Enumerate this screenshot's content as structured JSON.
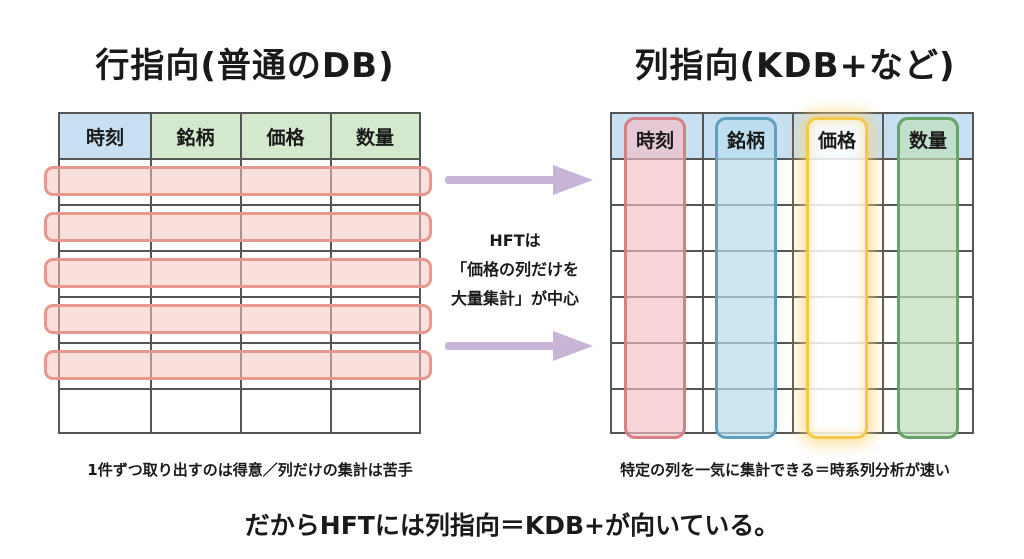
{
  "left": {
    "title": "行指向(普通のDB)",
    "headers": [
      "時刻",
      "銘柄",
      "価格",
      "数量"
    ],
    "caption": "1件ずつ取り出すのは得意／列だけの集計は苦手"
  },
  "right": {
    "title": "列指向(KDB+など)",
    "headers": [
      "時刻",
      "銘柄",
      "価格",
      "数量"
    ],
    "caption": "特定の列を一気に集計できる＝時系列分析が速い"
  },
  "middle": {
    "line1": "HFTは",
    "line2": "「価格の列だけを",
    "line3": "大量集計」が中心"
  },
  "conclusion": "だからHFTには列指向＝KDB+が向いている。",
  "colors": {
    "row_highlight": "#e6978e",
    "time_col": "#d67f86",
    "name_col": "#5f9fbd",
    "price_col": "#f3c84d",
    "qty_col": "#65a366",
    "arrow": "#c7b4d6"
  }
}
